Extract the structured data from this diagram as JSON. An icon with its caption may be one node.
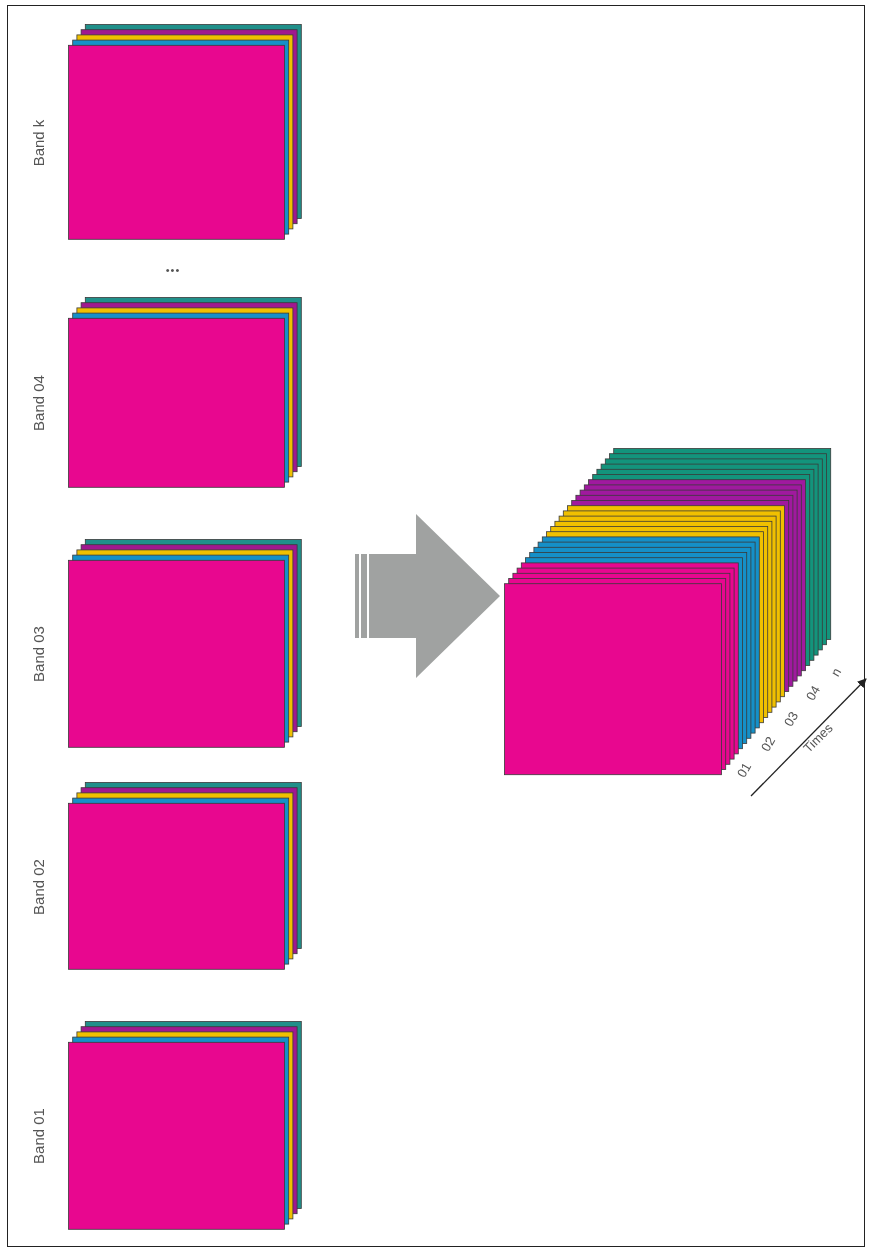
{
  "diagram": {
    "nodes": [
      {
        "text": [],
        "shape": "box",
        "beside": [
          "Band k"
        ]
      },
      {
        "text": [],
        "shape": "box",
        "beside": [
          "Band 04"
        ]
      },
      {
        "text": [],
        "shape": "box",
        "beside": [
          "Band 03"
        ]
      },
      {
        "text": [],
        "shape": "box",
        "beside": [
          "Band 02"
        ]
      },
      {
        "text": [],
        "shape": "box",
        "beside": [
          "Band 01"
        ]
      },
      {
        "text": [],
        "shape": "box"
      }
    ],
    "edges": [
      {
        "from": null,
        "to": 5,
        "arrow": "to",
        "style": "thick",
        "color": "#a0a2a1"
      }
    ],
    "labels": [
      "•••",
      "01",
      "02",
      "03",
      "04",
      "n",
      "Times"
    ]
  }
}
